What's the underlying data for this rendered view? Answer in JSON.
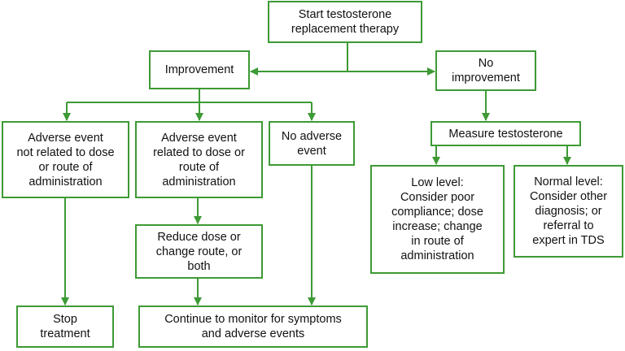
{
  "colors": {
    "line": "#3d9a35",
    "text": "#111111",
    "background": "#ffffff"
  },
  "nodes": {
    "start": {
      "lines": [
        "Start testosterone",
        "replacement therapy"
      ]
    },
    "improvement": {
      "lines": [
        "Improvement"
      ]
    },
    "no_improvement": {
      "lines": [
        "No",
        "improvement"
      ]
    },
    "adverse_not_related": {
      "lines": [
        "Adverse event",
        "not related to dose",
        "or route of",
        "administration"
      ]
    },
    "adverse_related": {
      "lines": [
        "Adverse event",
        "related to dose or",
        "route of",
        "administration"
      ]
    },
    "no_adverse": {
      "lines": [
        "No adverse",
        "event"
      ]
    },
    "measure": {
      "lines": [
        "Measure testosterone"
      ]
    },
    "low_level": {
      "lines": [
        "Low level:",
        "Consider poor",
        "compliance; dose",
        "increase; change",
        "in route of",
        "administration"
      ]
    },
    "normal_level": {
      "lines": [
        "Normal level:",
        "Consider other",
        "diagnosis; or",
        "referral to",
        "expert in TDS"
      ]
    },
    "reduce": {
      "lines": [
        "Reduce dose or",
        "change route, or",
        "both"
      ]
    },
    "stop": {
      "lines": [
        "Stop",
        "treatment"
      ]
    },
    "continue": {
      "lines": [
        "Continue to monitor for symptoms",
        "and adverse events"
      ]
    }
  }
}
